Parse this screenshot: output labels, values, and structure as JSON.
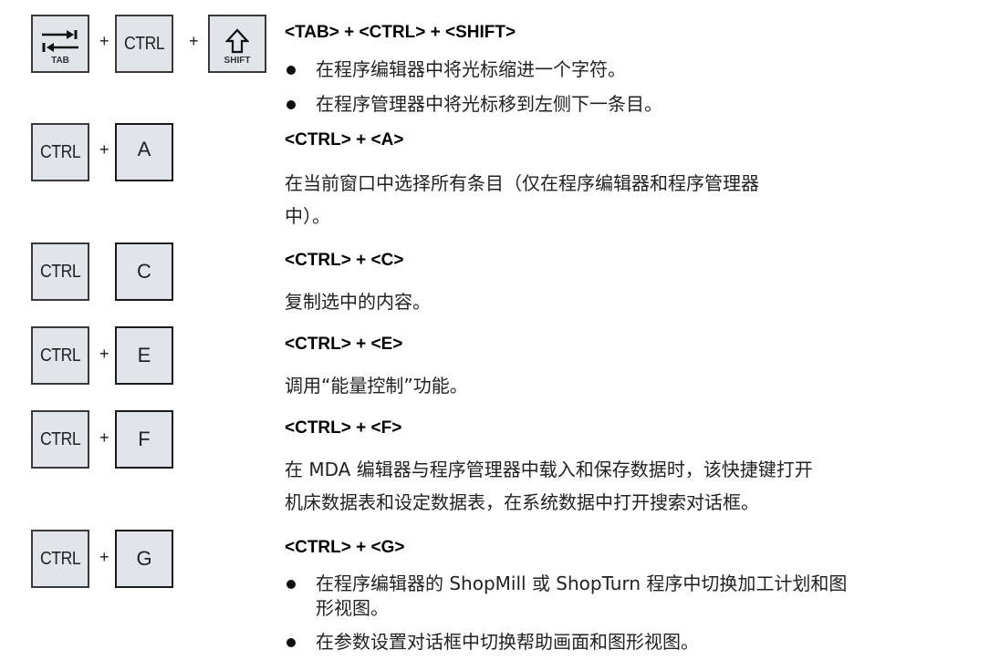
{
  "shortcuts": [
    {
      "keys": [
        "TAB",
        "CTRL",
        "SHIFT"
      ],
      "separators": [
        "+",
        "+"
      ],
      "heading": "<TAB> + <CTRL> + <SHIFT>",
      "bullets": [
        "在程序编辑器中将光标缩进一个字符。",
        "在程序管理器中将光标移到左侧下一条目。"
      ]
    },
    {
      "keys": [
        "CTRL",
        "A"
      ],
      "separators": [
        "+"
      ],
      "heading": "<CTRL> + <A>",
      "description": "在当前窗口中选择所有条目（仅在程序编辑器和程序管理器中）。",
      "description_lines": [
        "在当前窗口中选择所有条目（仅在程序编辑器和程序管理器",
        "中）。"
      ]
    },
    {
      "keys": [
        "CTRL",
        "C"
      ],
      "separators": [
        ""
      ],
      "heading": "<CTRL> + <C>",
      "description": "复制选中的内容。"
    },
    {
      "keys": [
        "CTRL",
        "E"
      ],
      "separators": [
        "+"
      ],
      "heading": "<CTRL> + <E>",
      "description": "调用“能量控制”功能。"
    },
    {
      "keys": [
        "CTRL",
        "F"
      ],
      "separators": [
        "+"
      ],
      "heading": "<CTRL> + <F>",
      "description": "在 MDA 编辑器与程序管理器中载入和保存数据时，该快捷键打开机床数据表和设定数据表，在系统数据中打开搜索对话框。",
      "description_lines": [
        "在 MDA 编辑器与程序管理器中载入和保存数据时，该快捷键打开",
        "机床数据表和设定数据表，在系统数据中打开搜索对话框。"
      ]
    },
    {
      "keys": [
        "CTRL",
        "G"
      ],
      "separators": [
        "+"
      ],
      "heading": "<CTRL> + <G>",
      "bullets": [
        "在程序编辑器的 ShopMill 或 ShopTurn 程序中切换加工计划和图形视图。",
        "在参数设置对话框中切换帮助画面和图形视图。"
      ],
      "bullet_lines": [
        [
          "在程序编辑器的 ShopMill 或 ShopTurn 程序中切换加工计划和图",
          "形视图。"
        ],
        [
          "在参数设置对话框中切换帮助画面和图形视图。"
        ]
      ]
    }
  ],
  "icons": {
    "tab": "tab-arrows-icon",
    "shift": "shift-arrow-icon"
  },
  "colors": {
    "key_fill": "#e1e4e8",
    "key_border": "#3a3a3a",
    "text": "#222222"
  }
}
